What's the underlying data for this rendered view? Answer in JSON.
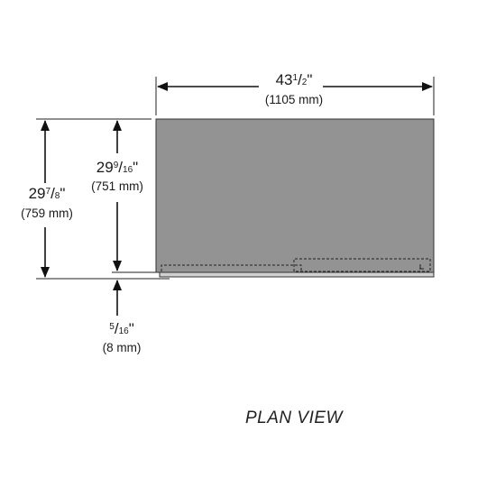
{
  "drawing": {
    "view_title": "PLAN VIEW",
    "colors": {
      "panel": "#939393",
      "lines": "#222222"
    },
    "width_dim": {
      "whole": "43",
      "num": "1",
      "den": "2",
      "mark": "\"",
      "metric": "(1105 mm)"
    },
    "overall_depth_dim": {
      "whole": "29",
      "num": "7",
      "den": "8",
      "mark": "\"",
      "metric": "(759 mm)"
    },
    "cabinet_depth_dim": {
      "whole": "29",
      "num": "9",
      "den": "16",
      "mark": "\"",
      "metric": "(751 mm)"
    },
    "offset_dim": {
      "whole": "",
      "num": "5",
      "den": "16",
      "mark": "\"",
      "metric": "(8 mm)"
    }
  }
}
